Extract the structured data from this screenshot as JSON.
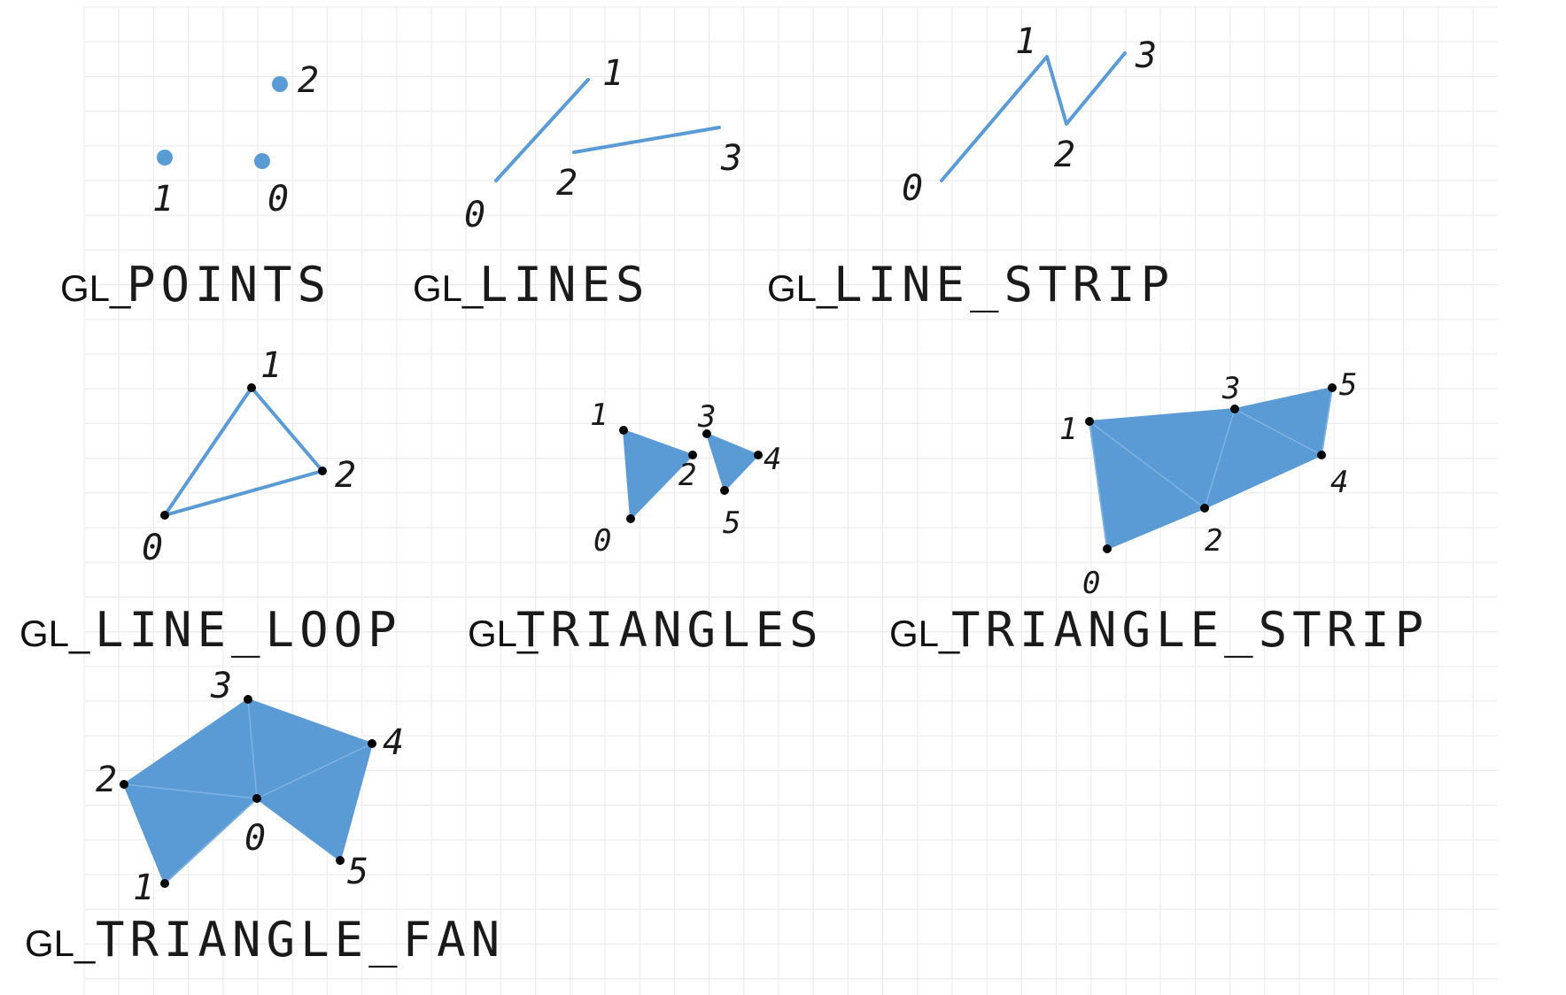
{
  "colors": {
    "primitive": "#5b9bd5",
    "grid": "#ececec",
    "vertex": "#000000"
  },
  "diagrams": [
    {
      "id": "points",
      "title_prefix": "GL_",
      "title_main": "POINTS",
      "vertices": [
        {
          "label": "0"
        },
        {
          "label": "1"
        },
        {
          "label": "2"
        }
      ]
    },
    {
      "id": "lines",
      "title_prefix": "GL_",
      "title_main": "LINES",
      "vertices": [
        {
          "label": "0"
        },
        {
          "label": "1"
        },
        {
          "label": "2"
        },
        {
          "label": "3"
        }
      ]
    },
    {
      "id": "line_strip",
      "title_prefix": "GL_",
      "title_main": "LINE_STRIP",
      "vertices": [
        {
          "label": "0"
        },
        {
          "label": "1"
        },
        {
          "label": "2"
        },
        {
          "label": "3"
        }
      ]
    },
    {
      "id": "line_loop",
      "title_prefix": "GL_",
      "title_main": "LINE_LOOP",
      "vertices": [
        {
          "label": "0"
        },
        {
          "label": "1"
        },
        {
          "label": "2"
        }
      ]
    },
    {
      "id": "triangles",
      "title_prefix": "GL_",
      "title_main": "TRIANGLES",
      "vertices": [
        {
          "label": "0"
        },
        {
          "label": "1"
        },
        {
          "label": "2"
        },
        {
          "label": "3"
        },
        {
          "label": "4"
        },
        {
          "label": "5"
        }
      ]
    },
    {
      "id": "triangle_strip",
      "title_prefix": "GL_",
      "title_main": "TRIANGLE_STRIP",
      "vertices": [
        {
          "label": "0"
        },
        {
          "label": "1"
        },
        {
          "label": "2"
        },
        {
          "label": "3"
        },
        {
          "label": "4"
        },
        {
          "label": "5"
        }
      ]
    },
    {
      "id": "triangle_fan",
      "title_prefix": "GL_",
      "title_main": "TRIANGLE_FAN",
      "vertices": [
        {
          "label": "0"
        },
        {
          "label": "1"
        },
        {
          "label": "2"
        },
        {
          "label": "3"
        },
        {
          "label": "4"
        },
        {
          "label": "5"
        }
      ]
    }
  ]
}
